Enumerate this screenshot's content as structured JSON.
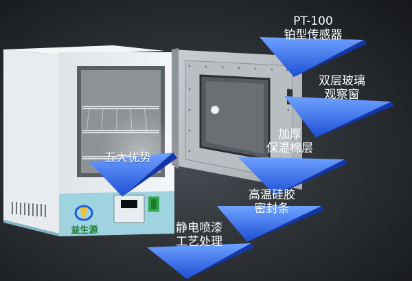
{
  "features": {
    "five_advantages": "五大优势",
    "sensor_line1": "PT-100",
    "sensor_line2": "铂型传感器",
    "window_line1": "双层玻璃",
    "window_line2": "观察窗",
    "insulation_line1": "加厚",
    "insulation_line2": "保温棉层",
    "seal_line1": "高温硅胶",
    "seal_line2": "密封条",
    "paint_line1": "静电喷漆",
    "paint_line2": "工艺处理"
  },
  "brand": {
    "name": "益生源"
  },
  "colors": {
    "accent_blue": "#1e5ff0",
    "background": "#2e3236"
  }
}
